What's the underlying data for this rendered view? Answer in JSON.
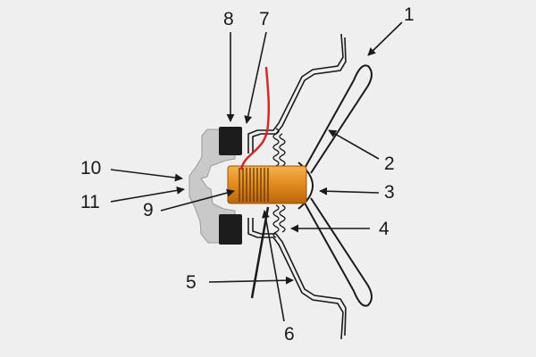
{
  "labels": {
    "l1": "1",
    "l2": "2",
    "l3": "3",
    "l4": "4",
    "l5": "5",
    "l6": "6",
    "l7": "7",
    "l8": "8",
    "l9": "9",
    "l10": "10",
    "l11": "11"
  },
  "colors": {
    "background": "#efefef",
    "outline": "#1a1a1a",
    "magnet": "#1c1c1c",
    "pole_piece": "#c9c9c9",
    "coil": "#e08a1e",
    "lead_wire": "#d22a2a"
  }
}
